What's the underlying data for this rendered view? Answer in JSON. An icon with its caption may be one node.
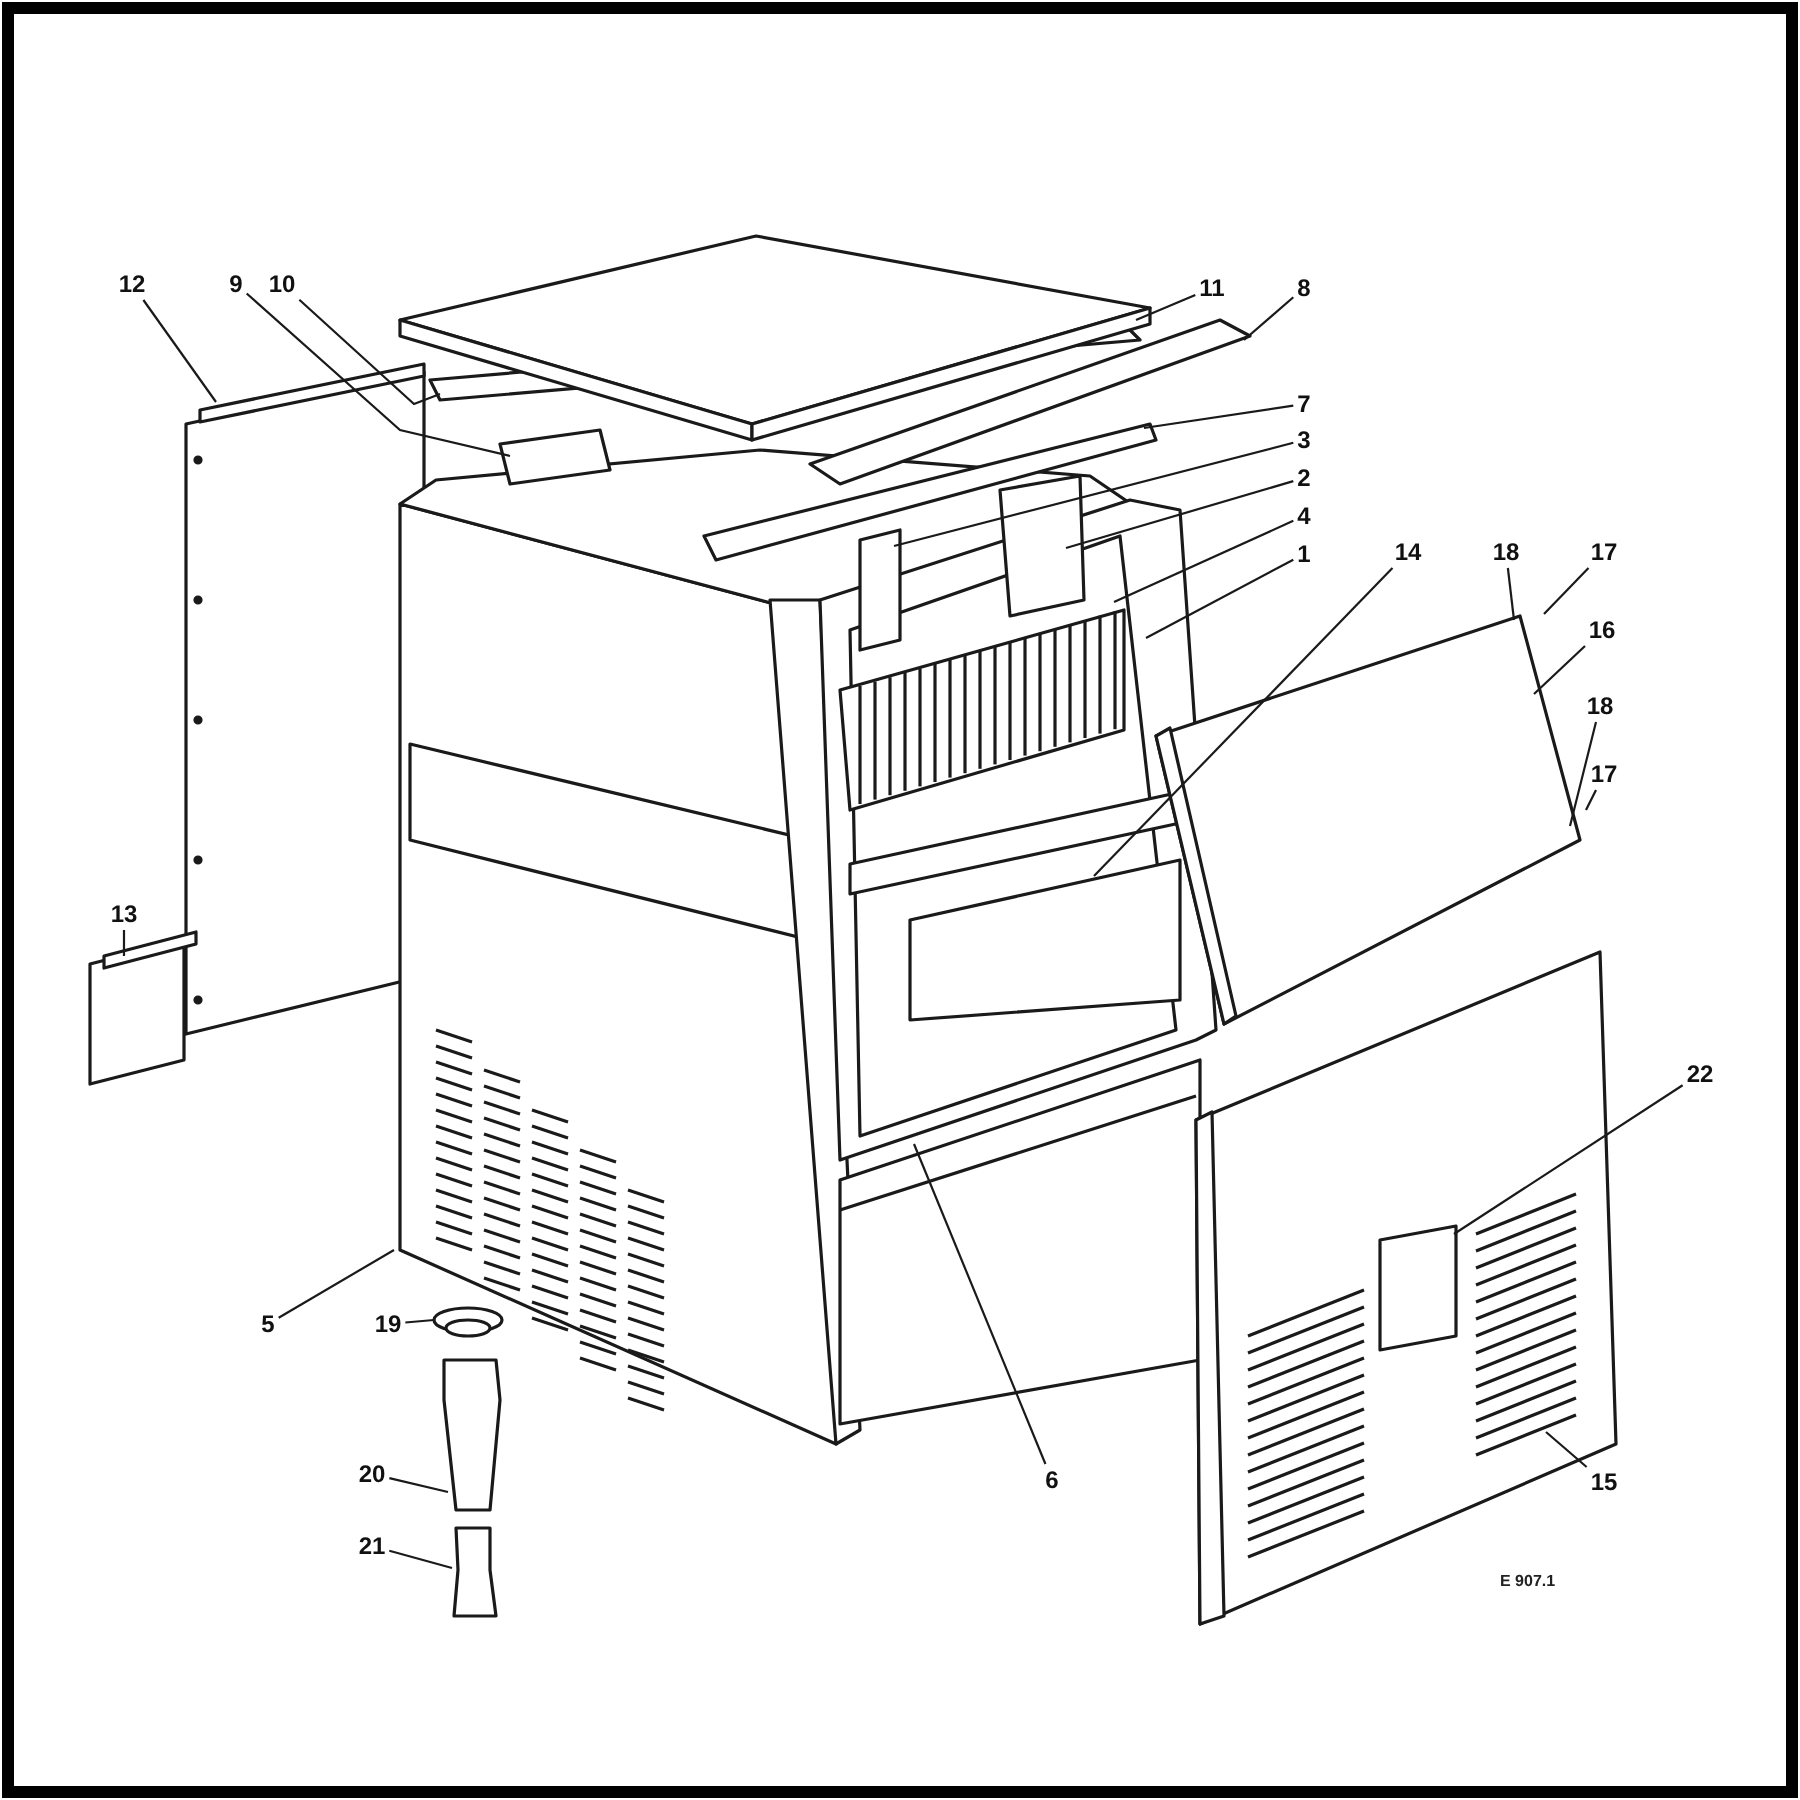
{
  "diagram": {
    "nodes": [
      {
        "text": [
          "12"
        ]
      },
      {
        "text": [
          "9"
        ]
      },
      {
        "text": [
          "10"
        ]
      },
      {
        "text": [
          "11"
        ]
      },
      {
        "text": [
          "8"
        ]
      },
      {
        "text": [
          "7"
        ]
      },
      {
        "text": [
          "3"
        ]
      },
      {
        "text": [
          "2"
        ]
      },
      {
        "text": [
          "4"
        ]
      },
      {
        "text": [
          "1"
        ]
      },
      {
        "text": [
          "14"
        ]
      },
      {
        "text": [
          "18"
        ]
      },
      {
        "text": [
          "17"
        ]
      },
      {
        "text": [
          "16"
        ]
      },
      {
        "text": [
          "18"
        ]
      },
      {
        "text": [
          "17"
        ]
      },
      {
        "text": [
          "13"
        ]
      },
      {
        "text": [
          "22"
        ]
      },
      {
        "text": [
          "15"
        ]
      },
      {
        "text": [
          "5"
        ]
      },
      {
        "text": [
          "19"
        ]
      },
      {
        "text": [
          "20"
        ]
      },
      {
        "text": [
          "21"
        ]
      },
      {
        "text": [
          "6"
        ]
      }
    ],
    "edges": [
      {
        "from": 0,
        "to": null,
        "arrow": "none"
      },
      {
        "from": 1,
        "to": null,
        "arrow": "none"
      },
      {
        "from": 2,
        "to": null,
        "arrow": "none"
      },
      {
        "from": 3,
        "to": null,
        "arrow": "none"
      },
      {
        "from": 4,
        "to": null,
        "arrow": "none"
      },
      {
        "from": 5,
        "to": null,
        "arrow": "none"
      },
      {
        "from": 6,
        "to": null,
        "arrow": "none"
      },
      {
        "from": 7,
        "to": null,
        "arrow": "none"
      },
      {
        "from": 8,
        "to": null,
        "arrow": "none"
      },
      {
        "from": 9,
        "to": null,
        "arrow": "none"
      },
      {
        "from": 10,
        "to": null,
        "arrow": "none"
      },
      {
        "from": 11,
        "to": null,
        "arrow": "none"
      },
      {
        "from": 12,
        "to": null,
        "arrow": "none"
      },
      {
        "from": 13,
        "to": null,
        "arrow": "none"
      },
      {
        "from": 14,
        "to": null,
        "arrow": "none"
      },
      {
        "from": 15,
        "to": null,
        "arrow": "none"
      },
      {
        "from": 16,
        "to": null,
        "arrow": "none"
      },
      {
        "from": 17,
        "to": null,
        "arrow": "none"
      },
      {
        "from": 18,
        "to": null,
        "arrow": "none"
      },
      {
        "from": 19,
        "to": null,
        "arrow": "none"
      },
      {
        "from": 20,
        "to": null,
        "arrow": "none"
      },
      {
        "from": 21,
        "to": null,
        "arrow": "none"
      },
      {
        "from": 22,
        "to": null,
        "arrow": "none"
      },
      {
        "from": 23,
        "to": null,
        "arrow": "none"
      }
    ],
    "labels": [
      "E 907.1"
    ]
  }
}
